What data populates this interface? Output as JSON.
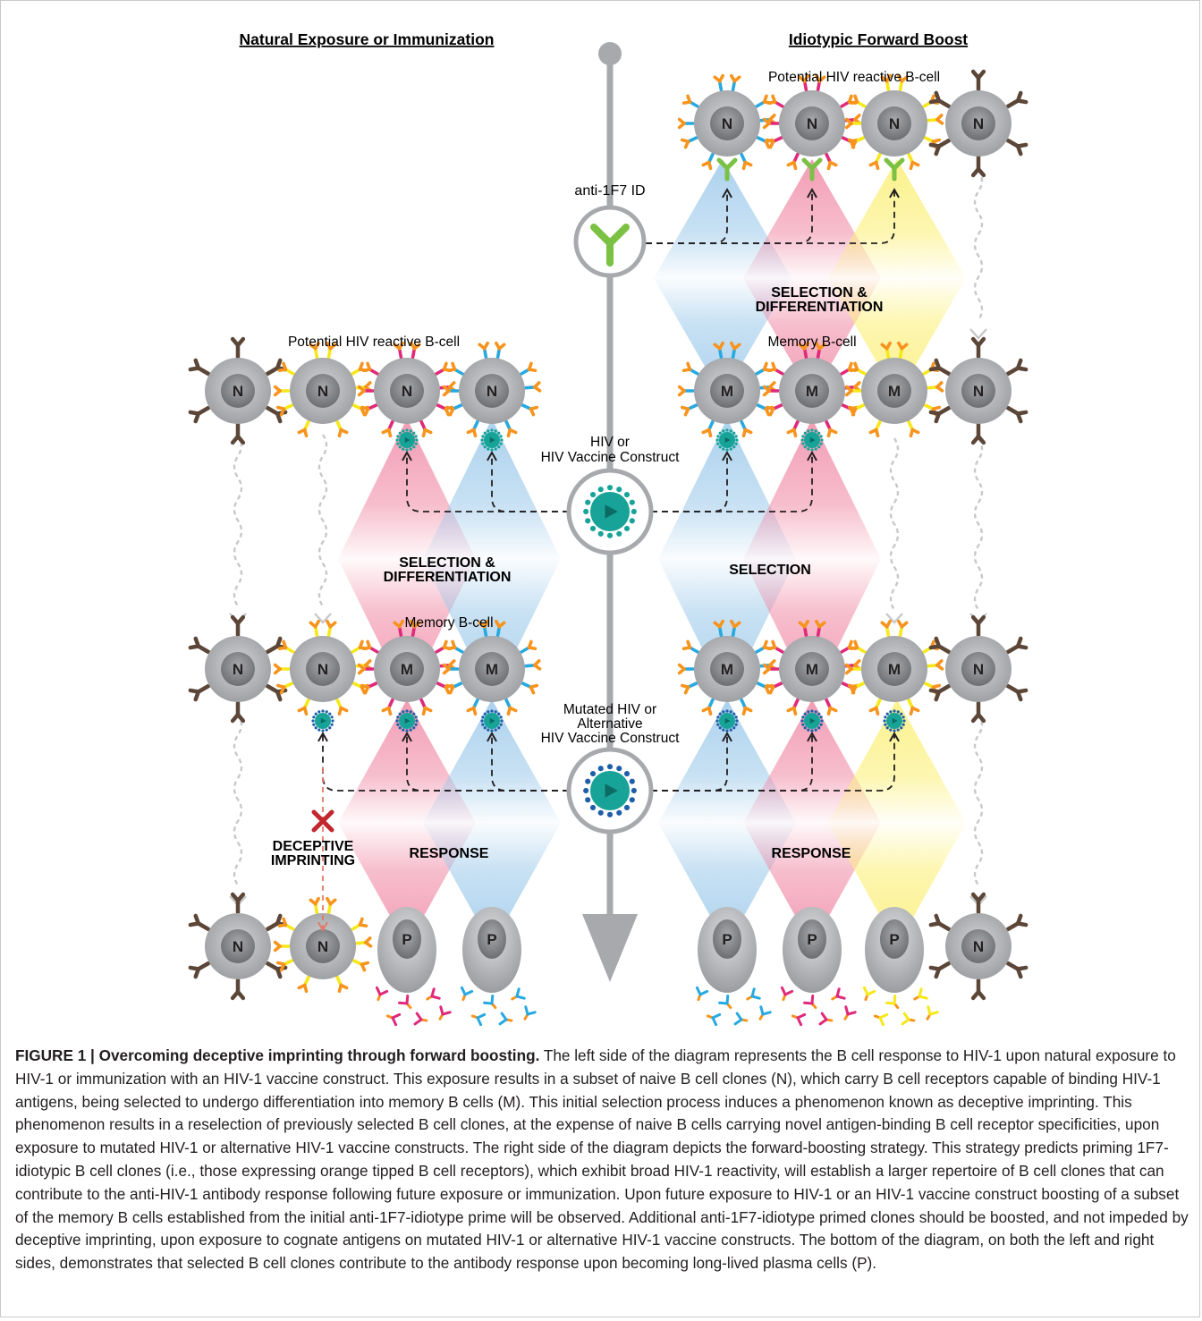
{
  "headers": {
    "left": "Natural Exposure or Immunization",
    "right": "Idiotypic Forward Boost"
  },
  "labels": {
    "potential_right": "Potential HIV reactive B-cell",
    "potential_left": "Potential HIV reactive B-cell",
    "anti_id": "anti-1F7 ID",
    "memory_right": "Memory B-cell",
    "memory_left": "Memory B-cell",
    "vaccine1_line1": "HIV or",
    "vaccine1_line2": "HIV Vaccine Construct",
    "vaccine2_line1": "Mutated HIV or",
    "vaccine2_line2": "Alternative",
    "vaccine2_line3": "HIV Vaccine Construct",
    "sel_diff_right_1": "SELECTION &",
    "sel_diff_right_2": "DIFFERENTIATION",
    "sel_diff_left_1": "SELECTION &",
    "sel_diff_left_2": "DIFFERENTIATION",
    "selection_right": "SELECTION",
    "response_left": "RESPONSE",
    "response_right": "RESPONSE",
    "deceptive_1": "DECEPTIVE",
    "deceptive_2": "IMPRINTING"
  },
  "cell_letters": {
    "naive": "N",
    "memory": "M",
    "plasma": "P"
  },
  "colors": {
    "pink": "#e0297a",
    "blue": "#27a9e1",
    "yellow": "#f6e81a",
    "orange": "#f7941d",
    "brown": "#5b4638",
    "green": "#7bc143",
    "teal": "#17a398",
    "virus_blue": "#1f5ea8",
    "beam_pink": "#f08aa6",
    "beam_blue": "#9cc9ea",
    "beam_yellow": "#fbf07d",
    "x_red": "#c1272d",
    "timeline_gray": "#a7a9ac"
  },
  "caption": {
    "title": "FIGURE 1 | Overcoming deceptive imprinting through forward boosting.",
    "body": " The left side of the diagram represents the B cell response to HIV-1 upon natural exposure to HIV-1 or immunization with an HIV-1 vaccine construct. This exposure results in a subset of naive B cell clones (N), which carry B cell receptors capable of binding HIV-1 antigens, being selected to undergo differentiation into memory B cells (M). This initial selection process induces a phenomenon known as deceptive imprinting. This phenomenon results in a reselection of previously selected B cell clones, at the expense of naive B cells carrying novel antigen-binding B cell receptor specificities, upon exposure to mutated HIV-1 or alternative HIV-1 vaccine constructs. The right side of the diagram depicts the forward-boosting strategy. This strategy predicts priming 1F7-idiotypic B cell clones (i.e., those expressing orange tipped B cell receptors), which exhibit broad HIV-1 reactivity, will establish a larger repertoire of B cell clones that can contribute to the anti-HIV-1 antibody response following future exposure or immunization. Upon future exposure to HIV-1 or an HIV-1 vaccine construct boosting of a subset of the memory B cells established from the initial anti-1F7-idiotype prime will be observed. Additional anti-1F7-idiotype primed clones should be boosted, and not impeded by deceptive imprinting, upon exposure to cognate antigens on mutated HIV-1 or alternative HIV-1 vaccine constructs. The bottom of the diagram, on both the left and right sides, demonstrates that selected B cell clones contribute to the antibody response upon becoming long-lived plasma cells (P)."
  }
}
